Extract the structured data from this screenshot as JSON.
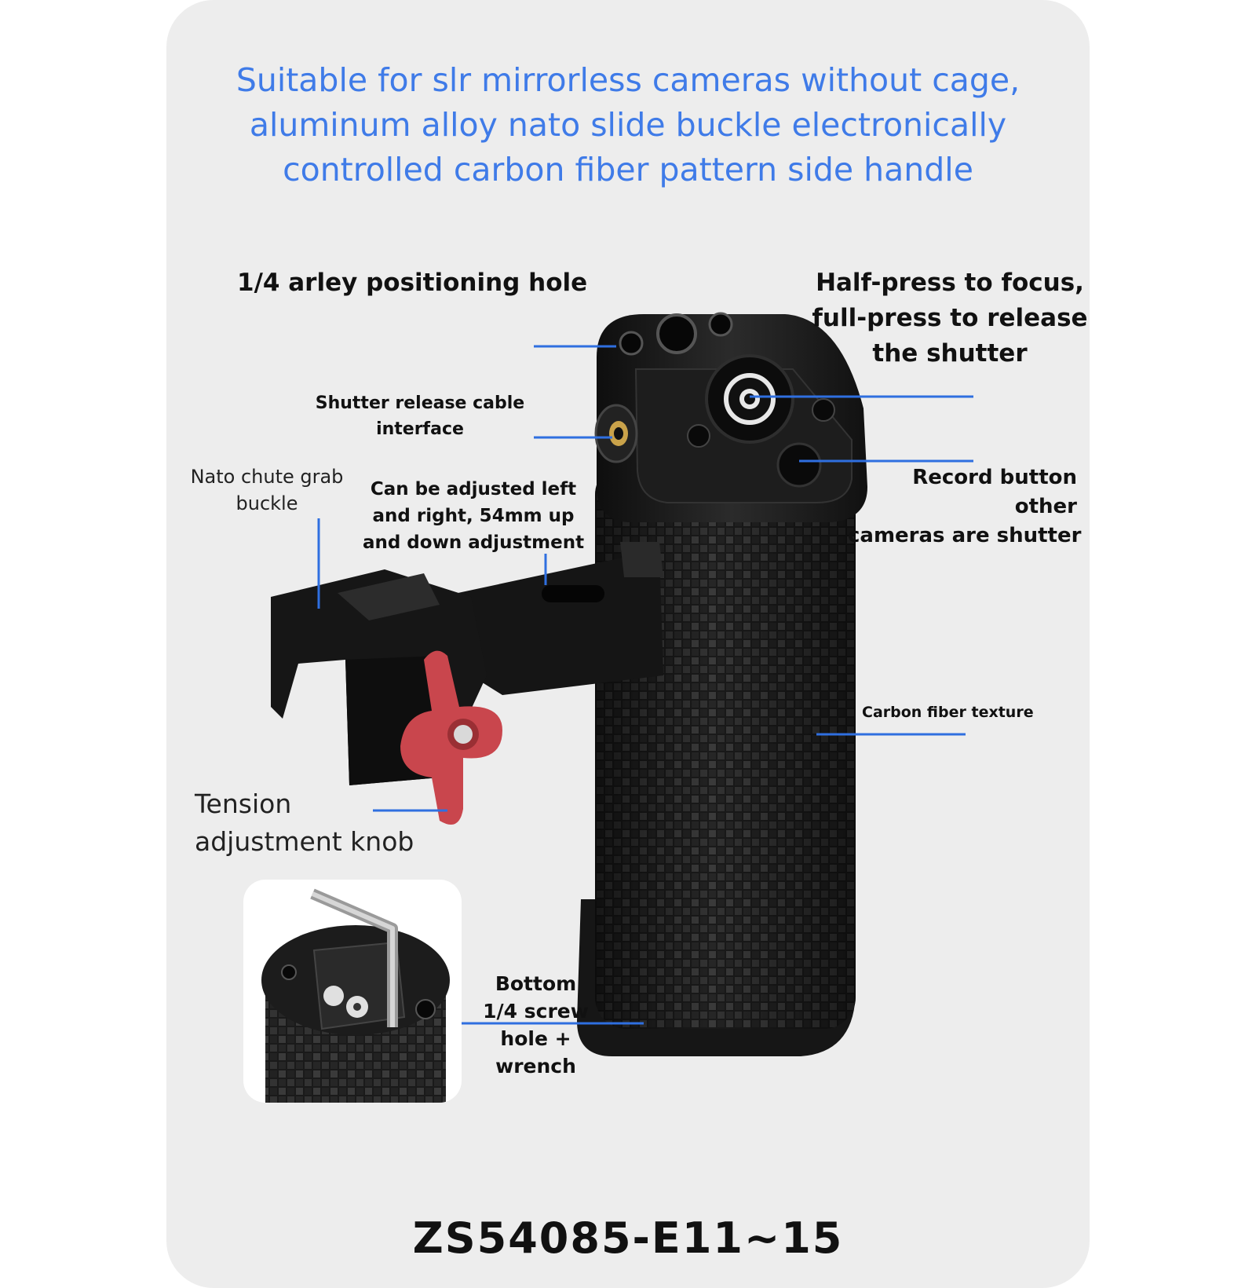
{
  "headline": [
    "Suitable for slr mirrorless cameras without cage,",
    "aluminum alloy nato slide buckle electronically",
    "controlled carbon fiber pattern side handle"
  ],
  "colors": {
    "accent_blue": "#3f7be8",
    "leader_blue": "#2f6fe0",
    "knob_red": "#c9464d",
    "grip_black": "#1c1c1c"
  },
  "labels": {
    "positioning_hole": "1/4 arley positioning hole",
    "focus": [
      "Half-press to focus,",
      "full-press to release",
      "the shutter"
    ],
    "shutter_cable": [
      "Shutter release cable",
      "interface"
    ],
    "nato": [
      "Nato chute grab",
      "buckle"
    ],
    "adjust": [
      "Can be adjusted left",
      "and right, 54mm up",
      "and down adjustment"
    ],
    "record": [
      "Record button",
      "other",
      "cameras are shutter"
    ],
    "carbon": "Carbon fiber texture",
    "tension": [
      "Tension",
      "adjustment knob"
    ],
    "bottom": [
      "Bottom",
      "1/4 screw",
      "hole +",
      "wrench"
    ]
  },
  "model_number": "ZS54085-E11~15"
}
